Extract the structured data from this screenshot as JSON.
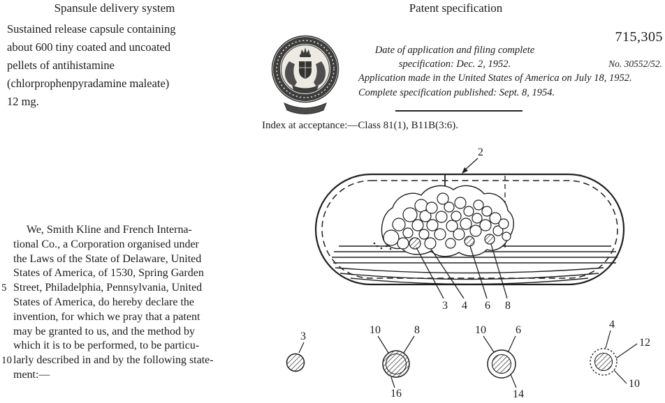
{
  "left_column": {
    "title": "Spansule delivery system",
    "intro_lines": [
      "Sustained release capsule containing",
      "about 600 tiny coated and uncoated",
      "pellets of antihistamine",
      "(chlorprophenpyradamine maleate)",
      "12 mg."
    ],
    "declaration_lines": [
      {
        "num": "",
        "text": "We, Smith Kline and French Interna-"
      },
      {
        "num": "",
        "text": "tional Co., a Corporation organised under"
      },
      {
        "num": "",
        "text": "the Laws of the State of Delaware, United"
      },
      {
        "num": "",
        "text": "States of America, of 1530, Spring Garden"
      },
      {
        "num": "5",
        "text": "Street, Philadelphia, Pennsylvania, United"
      },
      {
        "num": "",
        "text": "States of America, do hereby declare the"
      },
      {
        "num": "",
        "text": "invention, for which we pray that a patent"
      },
      {
        "num": "",
        "text": "may be granted to us, and the method by"
      },
      {
        "num": "",
        "text": "which it is to be performed, to be particu-"
      },
      {
        "num": "10",
        "text": "larly described in and by the following state-"
      },
      {
        "num": "",
        "text": "ment:—"
      }
    ]
  },
  "right_column": {
    "header": "Patent specification",
    "patent_number": "715,305",
    "date_line1": "Date of application and filing complete",
    "date_line2": "specification: Dec. 2, 1952.",
    "application_number": "No. 30552/52.",
    "application_line": "Application made in the United States of America on July 18, 1952.",
    "published_line": "Complete specification published: Sept. 8, 1954.",
    "index_line": "Index at acceptance:—Class 81(1), B11B(3:6)."
  },
  "figure": {
    "cap_label": "2",
    "cross_section_labels": {
      "l3": "3",
      "l4": "4",
      "l6": "6",
      "l8": "8"
    },
    "pellet_details": {
      "p1_top": "3",
      "p2_top_left": "10",
      "p2_top_right": "8",
      "p2_bottom": "16",
      "p3_top_left": "10",
      "p3_top_right": "6",
      "p3_bottom": "14",
      "p4_top": "4",
      "p4_right": "12",
      "p4_bottom": "10"
    }
  },
  "colors": {
    "ink": "#1f1f1f",
    "paper": "#ffffff"
  }
}
